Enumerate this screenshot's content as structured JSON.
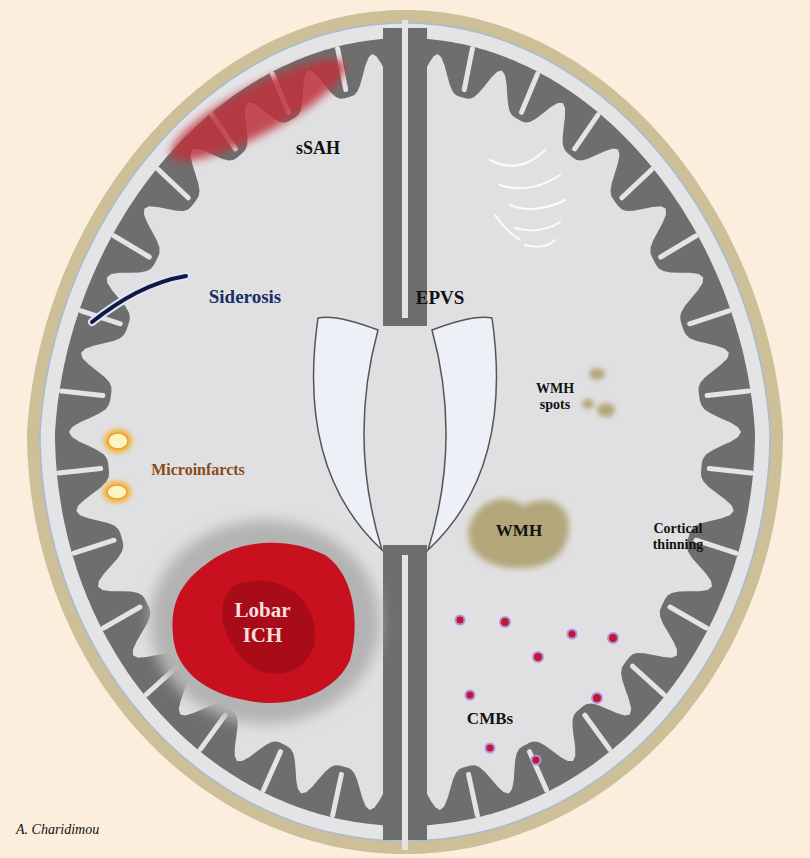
{
  "diagram": {
    "nodes": [
      {
        "text": [
          "Lobar ICH"
        ]
      },
      {
        "text": [
          "WMH"
        ]
      }
    ],
    "labels": [
      "sSAH",
      "Siderosis",
      "EPVS",
      "WMH spots",
      "Microinfarcts",
      "Cortical thinning",
      "CMBs",
      "A. Charidimou"
    ]
  }
}
